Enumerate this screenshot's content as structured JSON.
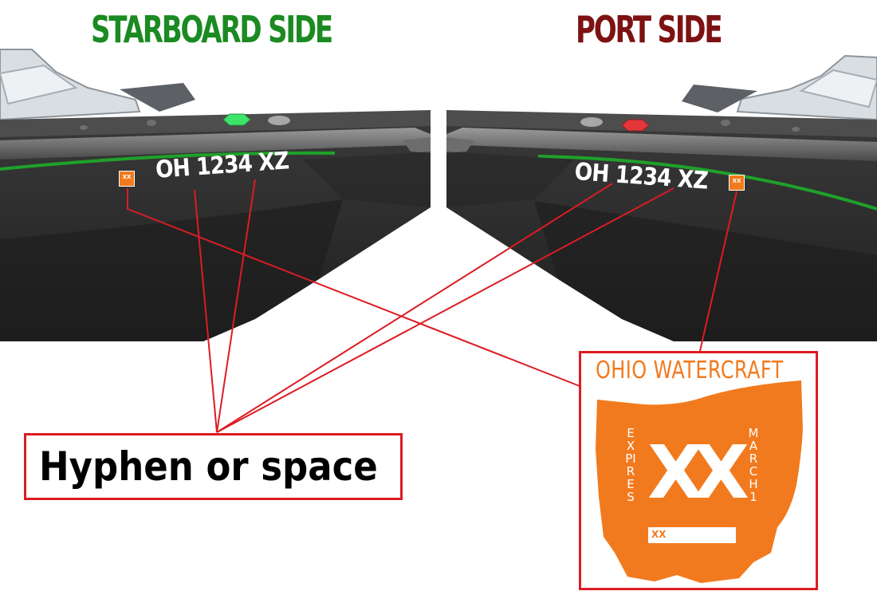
{
  "titles": {
    "starboard": "STARBOARD SIDE",
    "port": "PORT SIDE"
  },
  "colors": {
    "starboard_title": "#1b8a22",
    "port_title": "#7d1212",
    "callout_red": "#dc1c23",
    "decal_orange": "#f27a1e",
    "hull": "#2b2b2b",
    "nav_green": "#3ee46a",
    "nav_red": "#e2363b"
  },
  "registration": {
    "starboard": "OH 1234 XZ",
    "port": "OH 1234 XZ"
  },
  "mini_decal_code": "XX",
  "callout": {
    "text": "Hyphen or space"
  },
  "decal": {
    "title": "OHIO WATERCRAFT",
    "expires_label": "EXPIRES",
    "month_label": "MARCH 1",
    "year_code": "XX",
    "field_label": "XX"
  }
}
